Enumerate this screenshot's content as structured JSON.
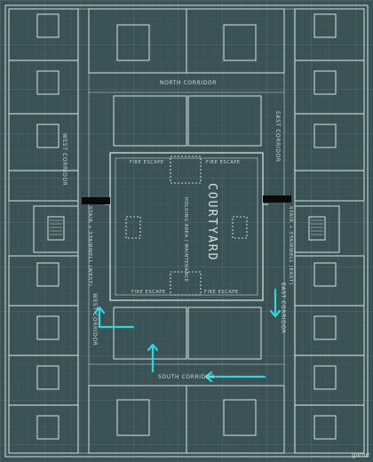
{
  "map": {
    "labels": {
      "north_corridor": "NORTH CORRIDOR",
      "south_corridor": "SOUTH CORRIDOR",
      "west_corridor_upper": "WEST CORRIDOR",
      "west_corridor_lower": "WEST CORRIDOR",
      "east_corridor_upper": "EAST CORRIDOR",
      "east_corridor_lower": "EAST CORRIDOR",
      "courtyard": "COURTYARD",
      "courtyard_sub": "HOLDING AREA / MAINTENANCE",
      "fire_escape_nw": "FIRE ESCAPE",
      "fire_escape_ne": "FIRE ESCAPE",
      "fire_escape_sw": "FIRE ESCAPE",
      "fire_escape_se": "FIRE ESCAPE",
      "stair_west": "STAIR + STAIRWELL (WEST)",
      "stair_east": "STAIR + STAIRWELL (EAST)"
    },
    "watermark": "game",
    "colors": {
      "background": "#3a5156",
      "line": "#d7e4e4",
      "arrow": "#2fd7dc",
      "marker": "#0a0a0a"
    }
  }
}
